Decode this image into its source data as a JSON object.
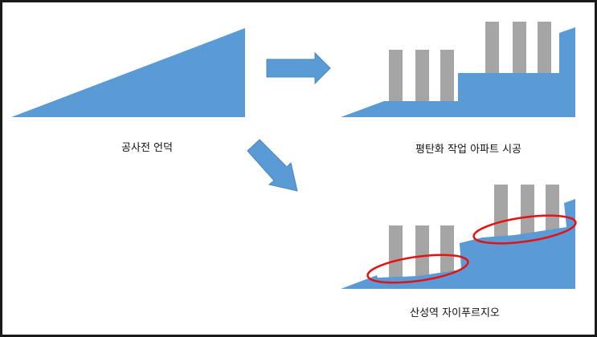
{
  "labels": {
    "before": "공사전 언덕",
    "flattened": "평탄화 작업 아파트 시공",
    "actual": "산성역 자이푸르지오"
  },
  "colors": {
    "terrain": "#5b9bd5",
    "building": "#a5a5a5",
    "highlight": "#e81010"
  }
}
